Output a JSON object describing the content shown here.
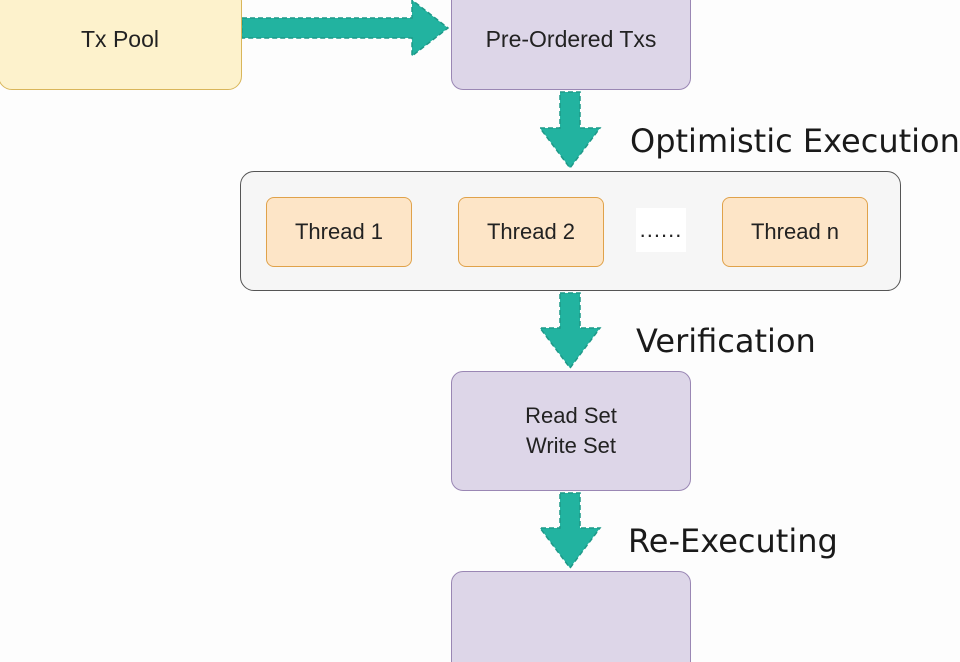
{
  "nodes": {
    "tx_pool": "Tx Pool",
    "pre_ordered": "Pre-Ordered Txs",
    "threads": [
      "Thread 1",
      "Thread 2",
      "Thread n"
    ],
    "ellipsis": "......",
    "read_set": "Read Set",
    "write_set": "Write Set",
    "final": ""
  },
  "stages": {
    "optimistic_execution": "Optimistic Execution",
    "verification": "Verification",
    "re_executing": "Re-Executing"
  },
  "colors": {
    "arrow": "#22b3a0",
    "tx_pool_fill": "#fdf2cc",
    "tx_pool_border": "#d9b65a",
    "process_fill": "#ddd6e8",
    "process_border": "#9a87b4",
    "thread_fill": "#fde5c7",
    "thread_border": "#e0a24a",
    "group_fill": "#f6f6f6",
    "group_border": "#555555"
  }
}
